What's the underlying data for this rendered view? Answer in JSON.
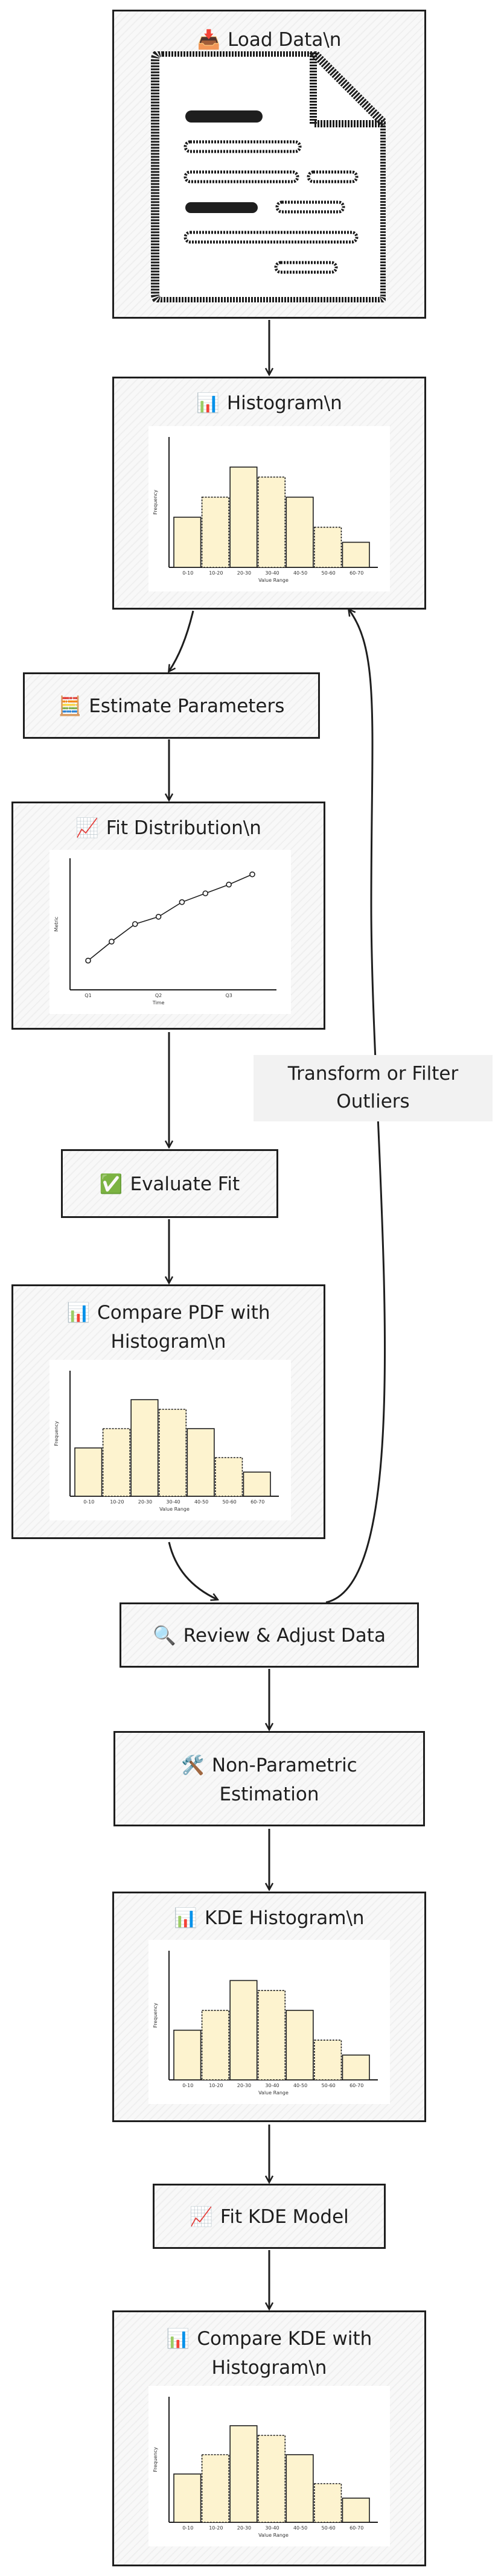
{
  "nodes": {
    "load_data": {
      "icon": "📥",
      "label": "Load Data\\n"
    },
    "histogram": {
      "icon": "📊",
      "label": "Histogram\\n"
    },
    "estimate": {
      "icon": "🧮",
      "label": "Estimate Parameters"
    },
    "fit_distribution": {
      "icon": "📈",
      "label": "Fit Distribution\\n"
    },
    "evaluate_fit": {
      "icon": "✅",
      "label": "Evaluate Fit"
    },
    "compare_pdf": {
      "icon": "📊",
      "label_line1": "Compare PDF with",
      "label_line2": "Histogram\\n"
    },
    "review": {
      "icon": "🔍",
      "label": "Review & Adjust Data"
    },
    "non_parametric": {
      "icon": "🛠️",
      "label_line1": "Non-Parametric",
      "label_line2": "Estimation"
    },
    "kde_histogram": {
      "icon": "📊",
      "label": "KDE Histogram\\n"
    },
    "fit_kde": {
      "icon": "📈",
      "label": "Fit KDE Model"
    },
    "compare_kde": {
      "icon": "📊",
      "label_line1": "Compare KDE with",
      "label_line2": "Histogram\\n"
    }
  },
  "edge_label": {
    "line1": "Transform or Filter",
    "line2": "Outliers"
  },
  "icons": {
    "document": "document-icon"
  },
  "colors": {
    "bar_fill": "#fdf3cf",
    "stroke": "#1e1e1e",
    "panel": "#ffffff",
    "label_bg": "#f2f2f2"
  },
  "chart_data": [
    {
      "type": "bar",
      "categories": [
        "0-10",
        "10-20",
        "20-30",
        "30-40",
        "40-50",
        "50-60",
        "60-70"
      ],
      "values": [
        5,
        7,
        10,
        9,
        7,
        4,
        2.5
      ],
      "title": "",
      "xlabel": "Value Range",
      "ylabel": "Frequency",
      "ylim": [
        0,
        13
      ]
    },
    {
      "type": "line",
      "categories": [
        "Q1",
        "Q2",
        "Q3"
      ],
      "x": [
        1,
        1.5,
        2,
        2.5,
        3,
        3.5,
        4,
        4.5
      ],
      "values": [
        2.0,
        3.3,
        4.5,
        5.0,
        6.0,
        6.6,
        7.2,
        7.9
      ],
      "title": "",
      "xlabel": "Time",
      "ylabel": "Metric",
      "ylim": [
        0,
        9
      ]
    },
    {
      "type": "bar",
      "categories": [
        "0-10",
        "10-20",
        "20-30",
        "30-40",
        "40-50",
        "50-60",
        "60-70"
      ],
      "values": [
        5,
        7,
        10,
        9,
        7,
        4,
        2.5
      ],
      "title": "",
      "xlabel": "Value Range",
      "ylabel": "Frequency",
      "ylim": [
        0,
        13
      ]
    },
    {
      "type": "bar",
      "categories": [
        "0-10",
        "10-20",
        "20-30",
        "30-40",
        "40-50",
        "50-60",
        "60-70"
      ],
      "values": [
        5,
        7,
        10,
        9,
        7,
        4,
        2.5
      ],
      "title": "",
      "xlabel": "Value Range",
      "ylabel": "Frequency",
      "ylim": [
        0,
        13
      ]
    },
    {
      "type": "bar",
      "categories": [
        "0-10",
        "10-20",
        "20-30",
        "30-40",
        "40-50",
        "50-60",
        "60-70"
      ],
      "values": [
        5,
        7,
        10,
        9,
        7,
        4,
        2.5
      ],
      "title": "",
      "xlabel": "Value Range",
      "ylabel": "Frequency",
      "ylim": [
        0,
        13
      ]
    }
  ]
}
